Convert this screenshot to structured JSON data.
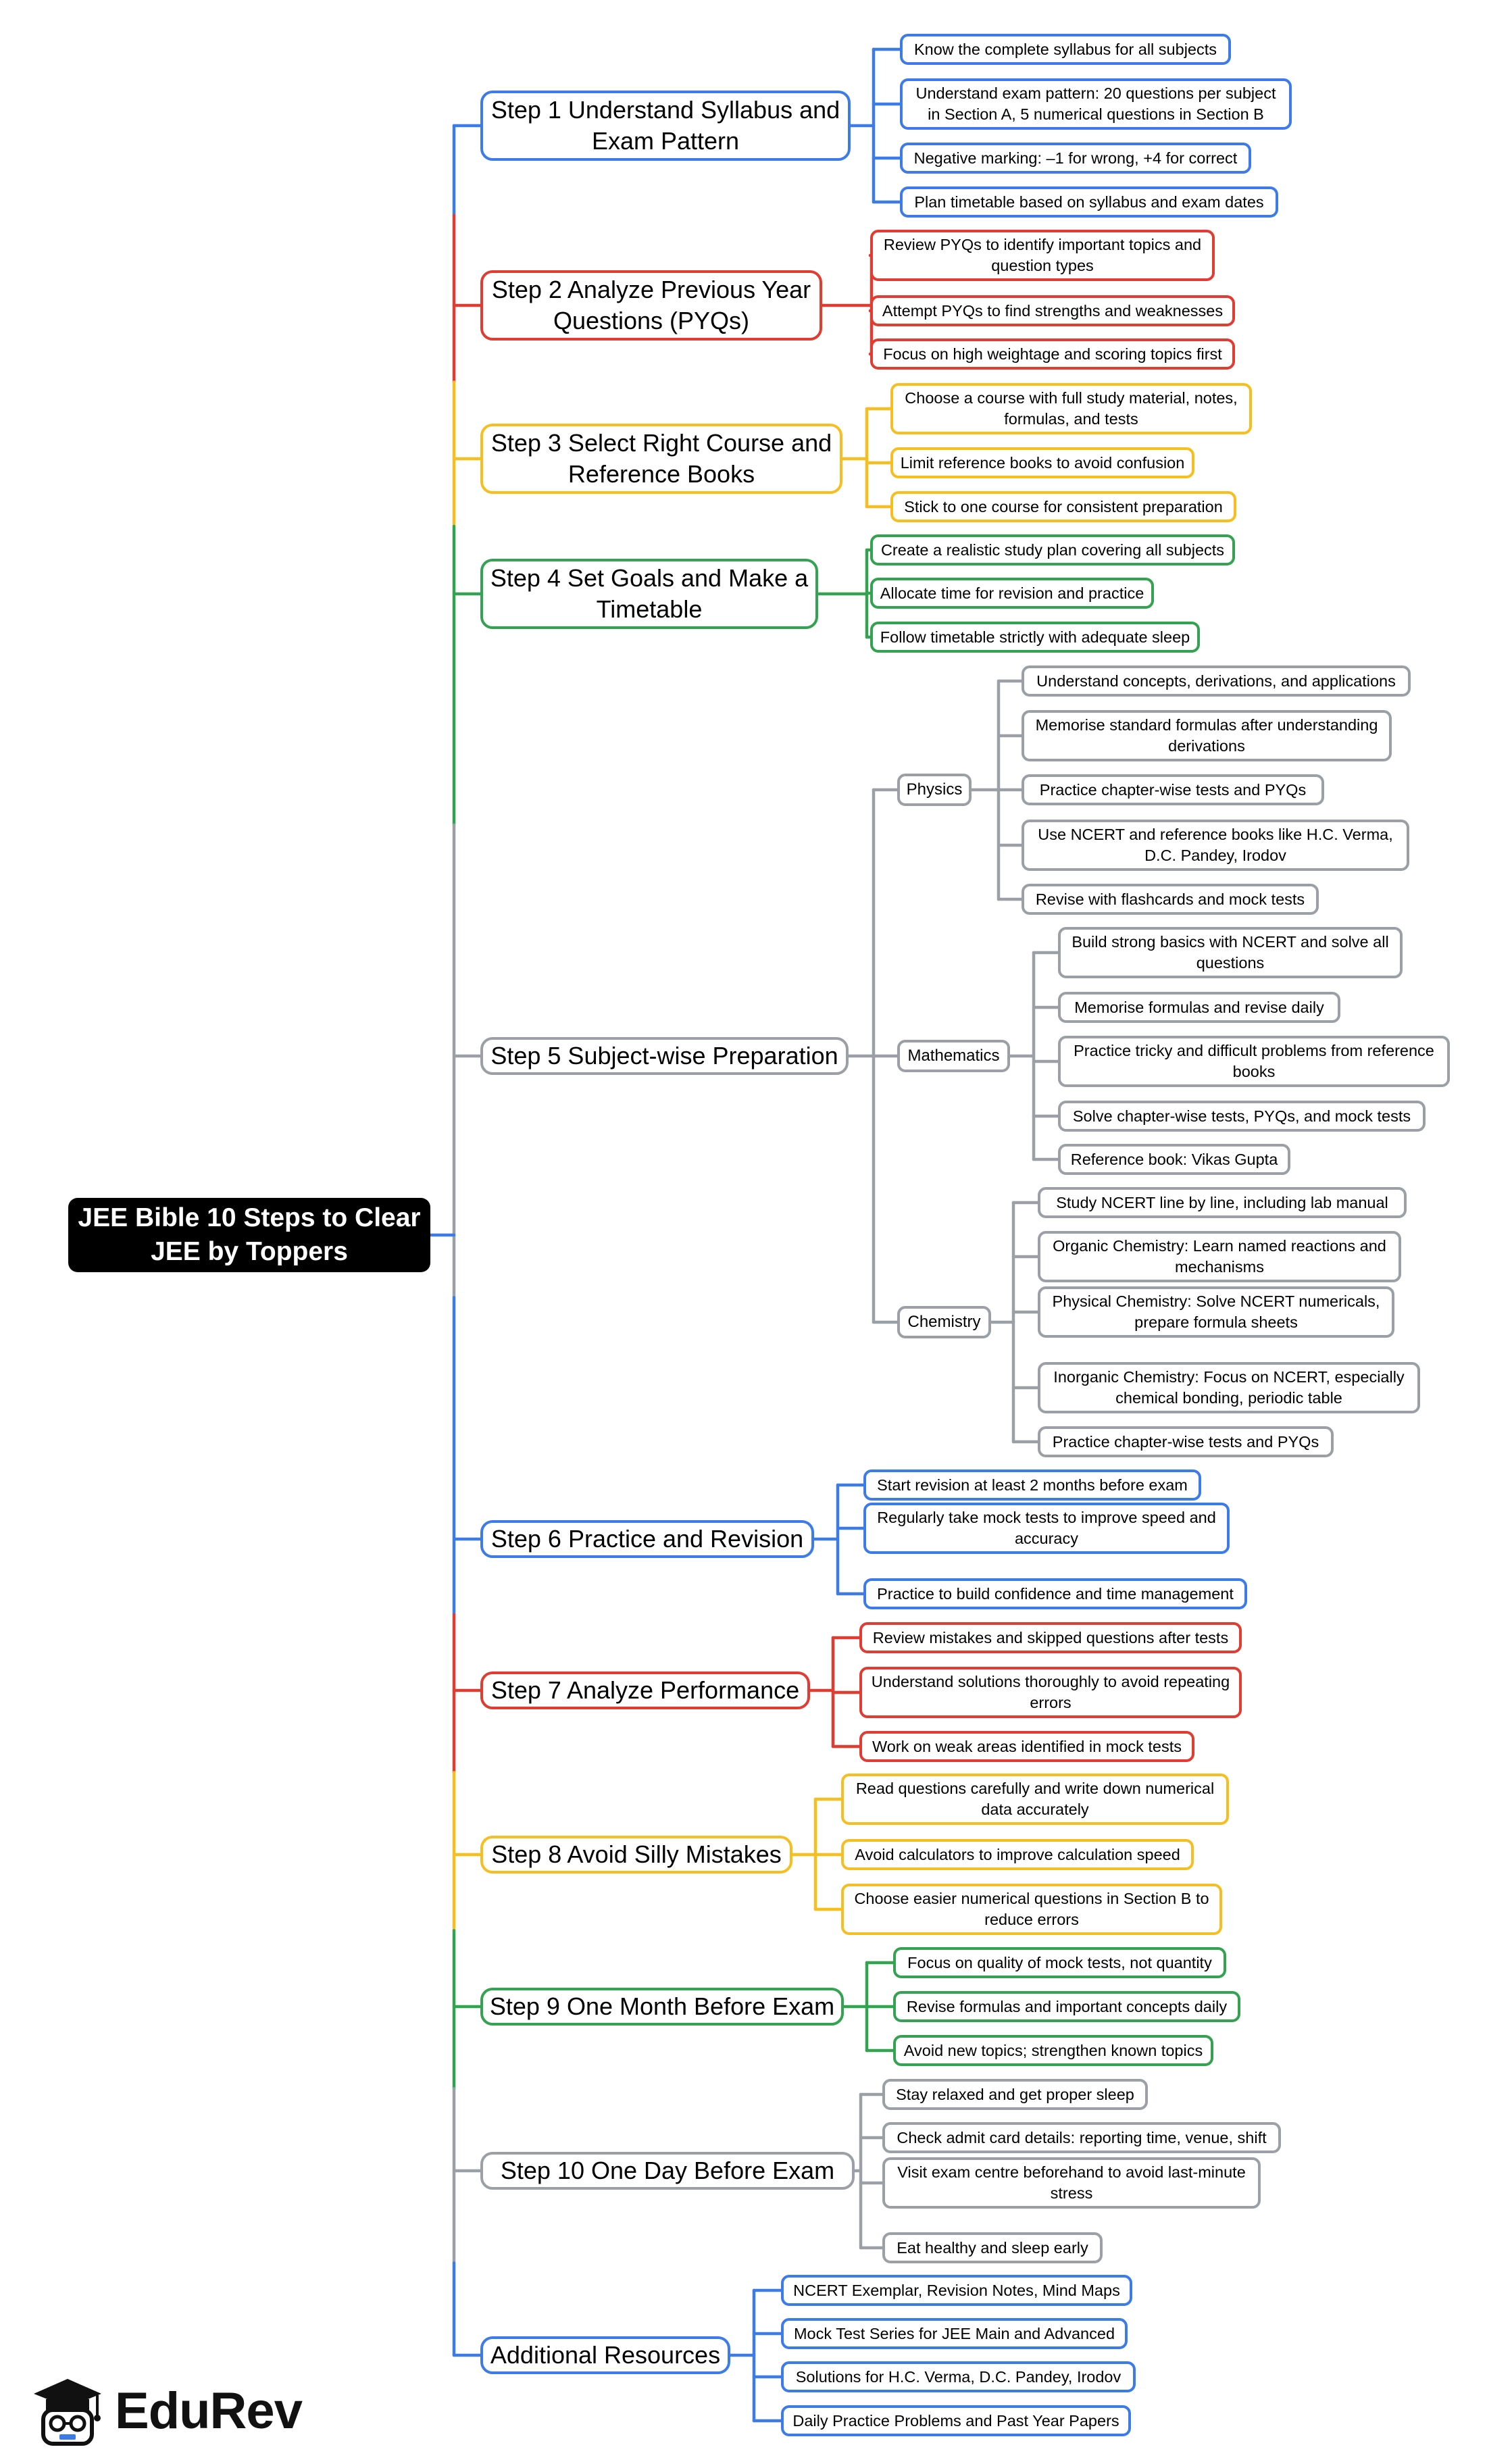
{
  "colors": {
    "blue": "#3c7be8",
    "red": "#e03c31",
    "yellow": "#f6be1f",
    "green": "#33a251",
    "gray": "#9aa0a6"
  },
  "root": {
    "title": "JEE Bible 10 Steps to Clear JEE by Toppers"
  },
  "steps": [
    {
      "label": "Step 1 Understand Syllabus and Exam Pattern",
      "color": "blue",
      "items": [
        "Know the complete syllabus for all subjects",
        "Understand exam pattern: 20 questions per subject in Section A, 5 numerical questions in Section B",
        "Negative marking: –1 for wrong, +4 for correct",
        "Plan timetable based on syllabus and exam dates"
      ]
    },
    {
      "label": "Step 2 Analyze Previous Year Questions (PYQs)",
      "color": "red",
      "items": [
        "Review PYQs to identify important topics and question types",
        "Attempt PYQs to find strengths and weaknesses",
        "Focus on high weightage and scoring topics first"
      ]
    },
    {
      "label": "Step 3 Select Right Course and Reference Books",
      "color": "yellow",
      "items": [
        "Choose a course with full study material, notes, formulas, and tests",
        "Limit reference books to avoid confusion",
        "Stick to one course for consistent preparation"
      ]
    },
    {
      "label": "Step 4 Set Goals and Make a Timetable",
      "color": "green",
      "items": [
        "Create a realistic study plan covering all subjects",
        "Allocate time for revision and practice",
        "Follow timetable strictly with adequate sleep"
      ]
    },
    {
      "label": "Step 5 Subject-wise Preparation",
      "color": "gray",
      "subjects": [
        {
          "name": "Physics",
          "items": [
            "Understand concepts, derivations, and applications",
            "Memorise standard formulas after understanding derivations",
            "Practice chapter-wise tests and PYQs",
            "Use NCERT and reference books like H.C. Verma, D.C. Pandey, Irodov",
            "Revise with flashcards and mock tests"
          ]
        },
        {
          "name": "Mathematics",
          "items": [
            "Build strong basics with NCERT and solve all questions",
            "Memorise formulas and revise daily",
            "Practice tricky and difficult problems from reference books",
            "Solve chapter-wise tests, PYQs, and mock tests",
            "Reference book: Vikas Gupta"
          ]
        },
        {
          "name": "Chemistry",
          "items": [
            "Study NCERT line by line, including lab manual",
            "Organic Chemistry: Learn named reactions and mechanisms",
            "Physical Chemistry: Solve NCERT numericals, prepare formula sheets",
            "Inorganic Chemistry: Focus on NCERT, especially chemical bonding, periodic table",
            "Practice chapter-wise tests and PYQs"
          ]
        }
      ]
    },
    {
      "label": "Step 6 Practice and Revision",
      "color": "blue",
      "items": [
        "Start revision at least 2 months before exam",
        "Regularly take mock tests to improve speed and accuracy",
        "Practice to build confidence and time management"
      ]
    },
    {
      "label": "Step 7 Analyze Performance",
      "color": "red",
      "items": [
        "Review mistakes and skipped questions after tests",
        "Understand solutions thoroughly to avoid repeating errors",
        "Work on weak areas identified in mock tests"
      ]
    },
    {
      "label": "Step 8 Avoid Silly Mistakes",
      "color": "yellow",
      "items": [
        "Read questions carefully and write down numerical data accurately",
        "Avoid calculators to improve calculation speed",
        "Choose easier numerical questions in Section B to reduce errors"
      ]
    },
    {
      "label": "Step 9 One Month Before Exam",
      "color": "green",
      "items": [
        "Focus on quality of mock tests, not quantity",
        "Revise formulas and important concepts daily",
        "Avoid new topics; strengthen known topics"
      ]
    },
    {
      "label": "Step 10 One Day Before Exam",
      "color": "gray",
      "items": [
        "Stay relaxed and get proper sleep",
        "Check admit card details: reporting time, venue, shift",
        "Visit exam centre beforehand to avoid last-minute stress",
        "Eat healthy and sleep early"
      ]
    },
    {
      "label": "Additional Resources",
      "color": "blue",
      "items": [
        "NCERT Exemplar, Revision Notes, Mind Maps",
        "Mock Test Series for JEE Main and Advanced",
        "Solutions for H.C. Verma, D.C. Pandey, Irodov",
        "Daily Practice Problems and Past Year Papers"
      ]
    }
  ],
  "logo": {
    "text": "EduRev",
    "icon": "graduation-cap-mascot-icon"
  }
}
